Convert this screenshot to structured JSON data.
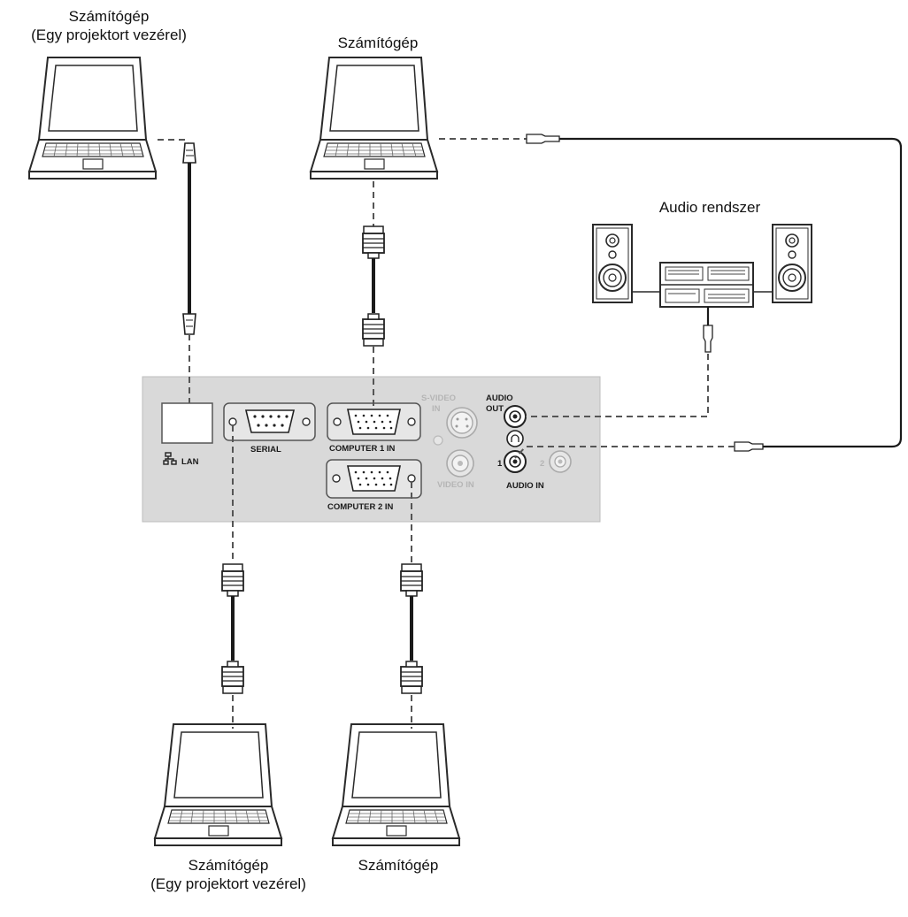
{
  "labels": {
    "top_left": [
      "Számítógép",
      "(Egy projektort vezérel)"
    ],
    "top_center": "Számítógép",
    "audio_system": "Audio rendszer",
    "bottom_left": [
      "Számítógép",
      "(Egy projektort vezérel)"
    ],
    "bottom_center": "Számítógép"
  },
  "panel": {
    "lan": "LAN",
    "serial": "SERIAL",
    "computer1_in": "COMPUTER 1 IN",
    "computer2_in": "COMPUTER 2 IN",
    "s_video_in": [
      "S-VIDEO",
      "IN"
    ],
    "video_in": "VIDEO IN",
    "audio_out": [
      "AUDIO",
      "OUT"
    ],
    "audio_in": "AUDIO IN",
    "audio_in_1": "1",
    "audio_in_2": "2"
  },
  "colors": {
    "panel": "#d9d9d9",
    "cable": "#1a1a1a",
    "dashed": "#555555"
  }
}
